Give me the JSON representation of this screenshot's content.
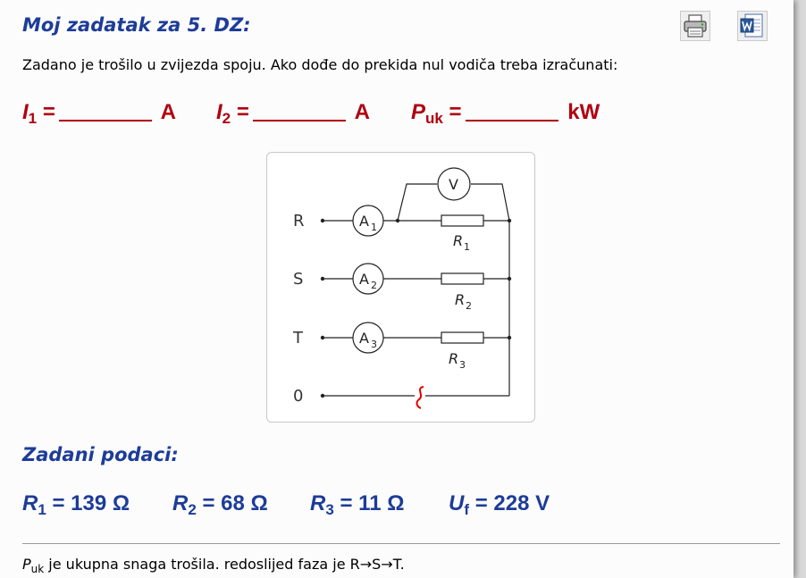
{
  "header": {
    "title": "Moj zadatak za 5. DZ:",
    "print_icon": "printer-icon",
    "word_icon": "word-document-icon"
  },
  "intro": "Zadano je trošilo u zvijezda spoju. Ako dođe do prekida nul vodiča treba izračunati:",
  "task": {
    "i1_symbol": "I",
    "i1_sub": "1",
    "i1_unit": "A",
    "i2_symbol": "I",
    "i2_sub": "2",
    "i2_unit": "A",
    "p_symbol": "P",
    "p_sub": "uk",
    "p_unit": "kW",
    "equals": "="
  },
  "circuit": {
    "phase_labels": [
      "R",
      "S",
      "T",
      "0"
    ],
    "ammeters": [
      {
        "letter": "A",
        "index": "1"
      },
      {
        "letter": "A",
        "index": "2"
      },
      {
        "letter": "A",
        "index": "3"
      }
    ],
    "resistors": [
      {
        "letter": "R",
        "index": "1"
      },
      {
        "letter": "R",
        "index": "2"
      },
      {
        "letter": "R",
        "index": "3"
      }
    ],
    "voltmeter": "V"
  },
  "given": {
    "heading": "Zadani podaci:",
    "r1": {
      "symbol": "R",
      "sub": "1",
      "value": "= 139 Ω"
    },
    "r2": {
      "symbol": "R",
      "sub": "2",
      "value": "= 68 Ω"
    },
    "r3": {
      "symbol": "R",
      "sub": "3",
      "value": "= 11 Ω"
    },
    "uf": {
      "symbol": "U",
      "sub": "f",
      "value": "= 228 V"
    }
  },
  "note": {
    "symbol": "P",
    "sub": "uk",
    "text": " je ukupna snaga trošila. redoslijed faza je R→S→T."
  },
  "colors": {
    "title_blue": "#1d3c99",
    "task_red": "#b00010",
    "break_red": "#e00000"
  }
}
